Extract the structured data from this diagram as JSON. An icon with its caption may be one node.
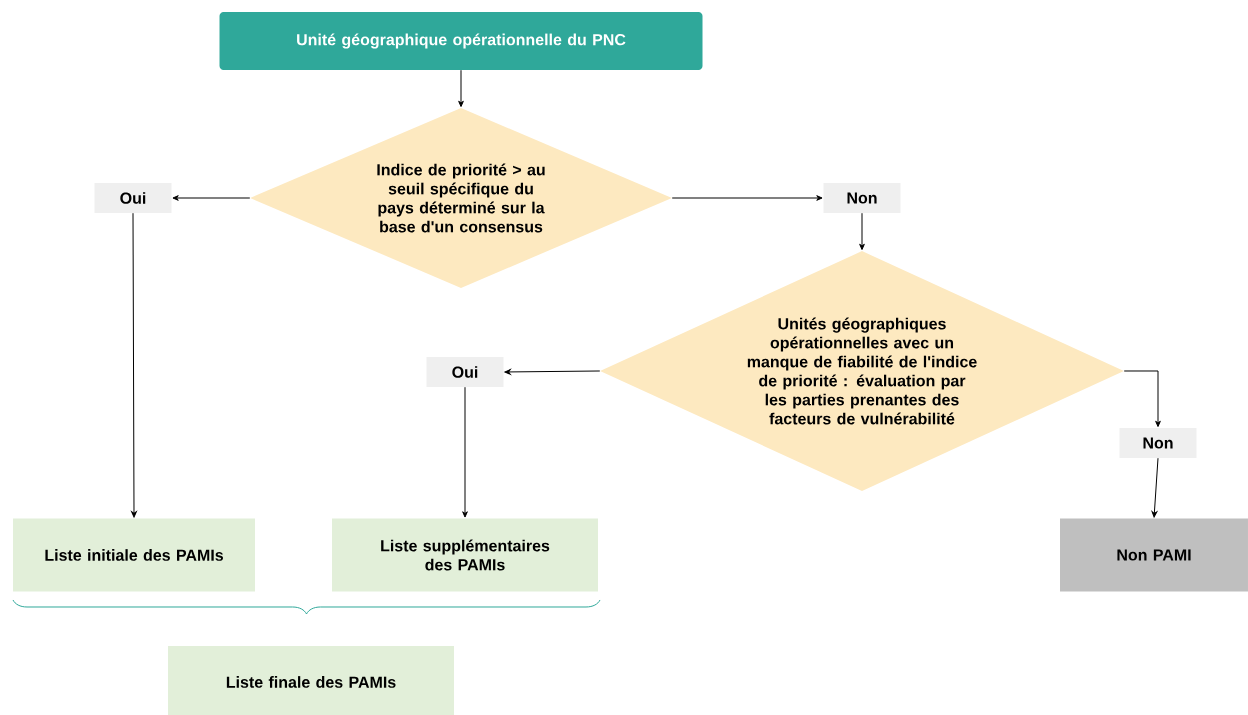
{
  "diagram": {
    "nodes": [
      {
        "text": [
          "Unité géographique opérationnelle du PNC"
        ]
      },
      {
        "text": [
          "Indice de priorité > au seuil spécifique du pays déterminé sur la base d'un consensus"
        ]
      },
      {
        "text": [
          "Oui"
        ]
      },
      {
        "text": [
          "Non"
        ]
      },
      {
        "text": [
          "Unités géographiques opérationnelles avec un manque de fiabilité de l'indice de priorité : évaluation par les parties prenantes des facteurs de vulnérabilité"
        ]
      },
      {
        "text": [
          "Oui"
        ]
      },
      {
        "text": [
          "Non"
        ]
      },
      {
        "text": [
          "Liste initiale des PAMIs"
        ]
      },
      {
        "text": [
          "Liste supplémentaires des PAMIs"
        ]
      },
      {
        "text": [
          "Non PAMI"
        ]
      },
      {
        "text": [
          "Liste finale des PAMIs"
        ]
      }
    ],
    "edges": [
      {
        "from": 0,
        "to": 1,
        "arrow": "to"
      },
      {
        "from": 1,
        "to": 2,
        "arrow": "to"
      },
      {
        "from": 1,
        "to": 3,
        "arrow": "to"
      },
      {
        "from": 3,
        "to": 4,
        "arrow": "to"
      },
      {
        "from": 4,
        "to": 5,
        "arrow": "to"
      },
      {
        "from": 4,
        "to": 6,
        "arrow": "to"
      },
      {
        "from": 2,
        "to": 7,
        "arrow": "to"
      },
      {
        "from": 5,
        "to": 8,
        "arrow": "to"
      },
      {
        "from": 6,
        "to": 9,
        "arrow": "to"
      }
    ]
  }
}
